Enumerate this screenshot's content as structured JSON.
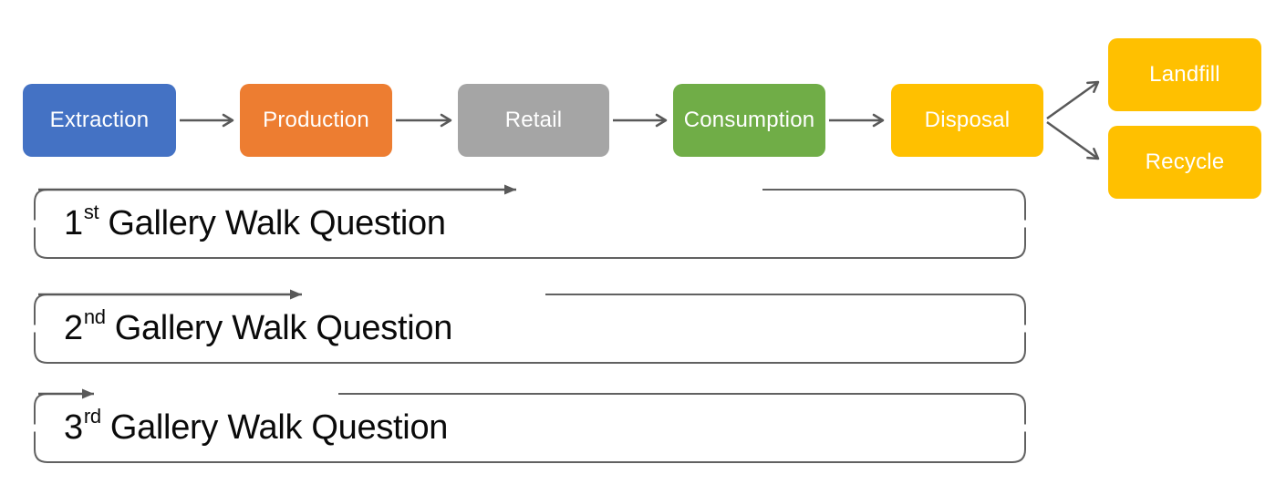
{
  "diagram": {
    "title": "product-lifecycle-flow",
    "flow_stages": [
      {
        "label": "Extraction",
        "color": "#4472C4"
      },
      {
        "label": "Production",
        "color": "#ED7D31"
      },
      {
        "label": "Retail",
        "color": "#A5A5A5"
      },
      {
        "label": "Consumption",
        "color": "#70AD47"
      },
      {
        "label": "Disposal",
        "color": "#FFC000"
      }
    ],
    "end_stages": [
      {
        "label": "Landfill",
        "color": "#FFC000"
      },
      {
        "label": "Recycle",
        "color": "#FFC000"
      }
    ],
    "gallery_walk_items": [
      {
        "ordinal": "1",
        "suffix": "st",
        "label": "Gallery Walk Question"
      },
      {
        "ordinal": "2",
        "suffix": "nd",
        "label": "Gallery Walk Question"
      },
      {
        "ordinal": "3",
        "suffix": "rd",
        "label": "Gallery Walk Question"
      }
    ],
    "colors": {
      "arrow": "#595959",
      "gallery_border": "#616161",
      "stage_text": "#FFFFFF",
      "gallery_text": "#000000",
      "background": "#FFFFFF"
    }
  }
}
